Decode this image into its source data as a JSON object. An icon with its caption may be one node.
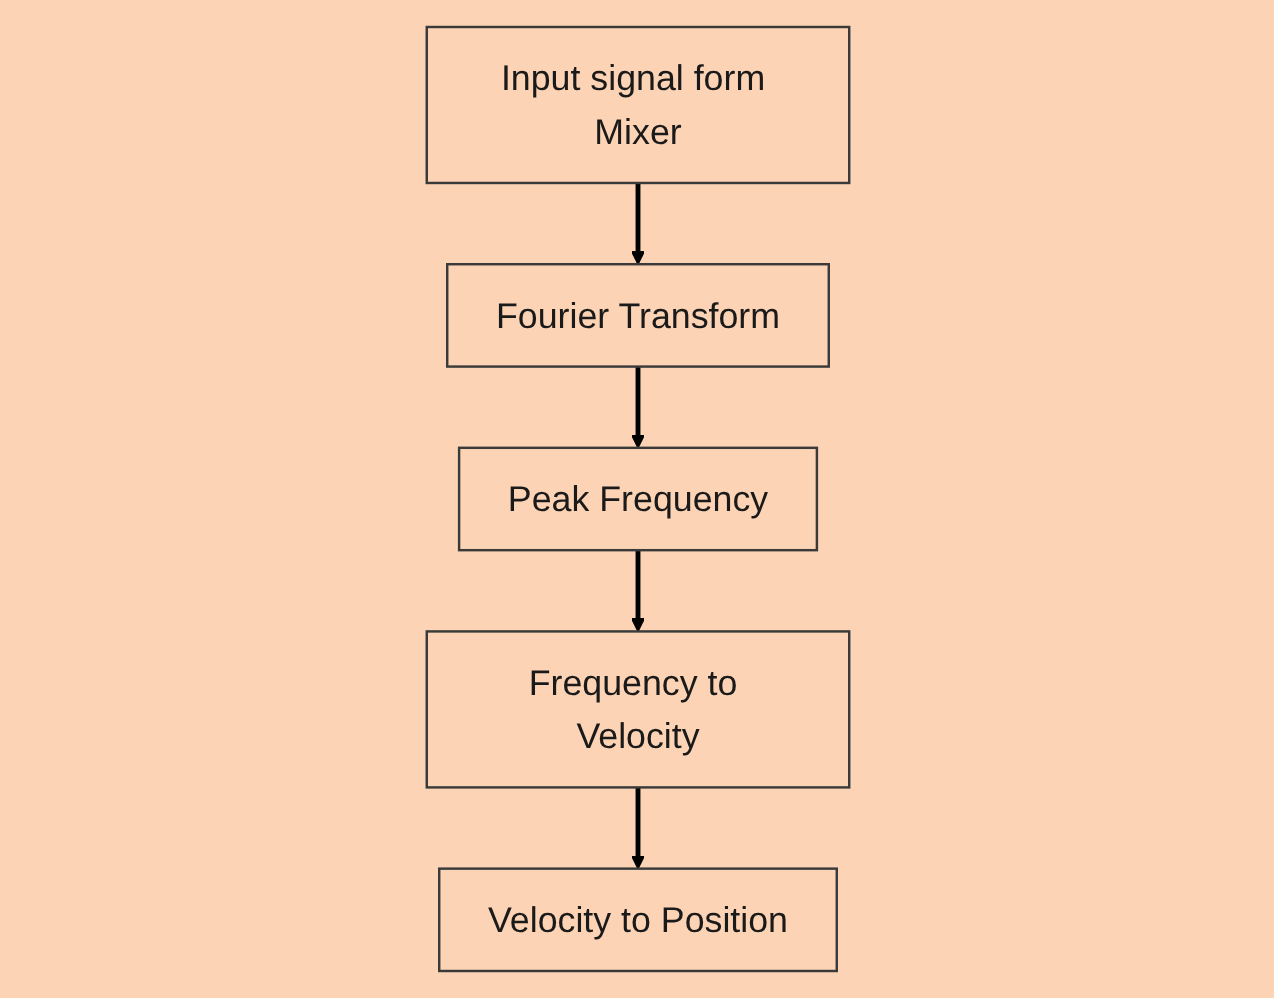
{
  "diagram": {
    "nodes": [
      {
        "text": [
          "Input signal form Mixer"
        ]
      },
      {
        "text": [
          "Fourier Transform"
        ]
      },
      {
        "text": [
          "Peak Frequency"
        ]
      },
      {
        "text": [
          "Frequency to Velocity"
        ]
      },
      {
        "text": [
          "Velocity to Position"
        ]
      }
    ],
    "edges": [
      {
        "from": 0,
        "to": 1,
        "arrow": "to"
      },
      {
        "from": 1,
        "to": 2,
        "arrow": "to"
      },
      {
        "from": 2,
        "to": 3,
        "arrow": "to"
      },
      {
        "from": 3,
        "to": 4,
        "arrow": "to"
      }
    ]
  }
}
